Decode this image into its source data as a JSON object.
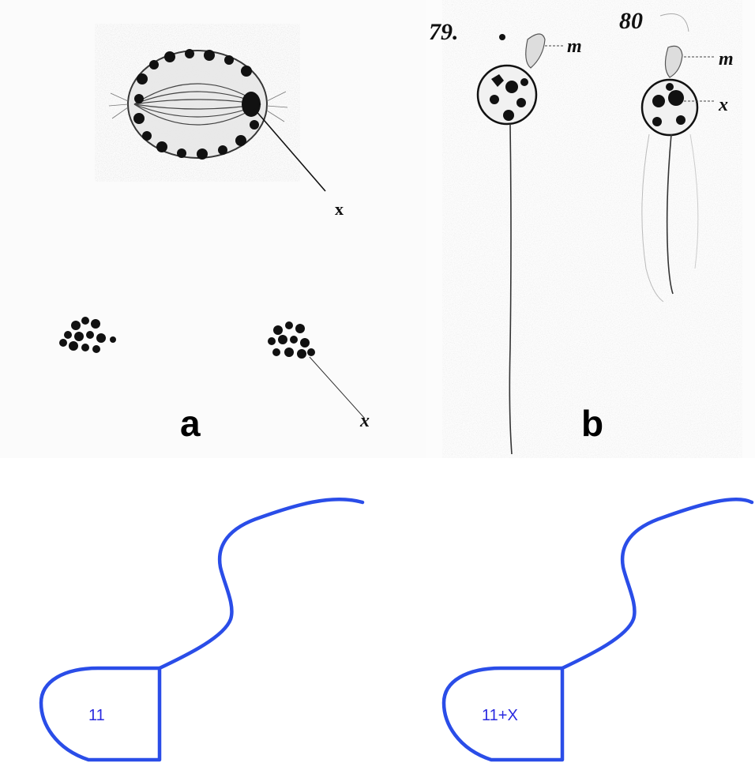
{
  "panel_a": {
    "letter": "a",
    "label_x_upper": "x",
    "label_x_lower": "x"
  },
  "panel_b": {
    "letter": "b",
    "fig_79": "79.",
    "fig_80": "80",
    "label_m_79": "m",
    "label_m_80": "m",
    "label_x_80": "x"
  },
  "sperm_diagrams": {
    "left_label": "11",
    "right_label": "11+X",
    "stroke_color": "#2a4de8"
  }
}
